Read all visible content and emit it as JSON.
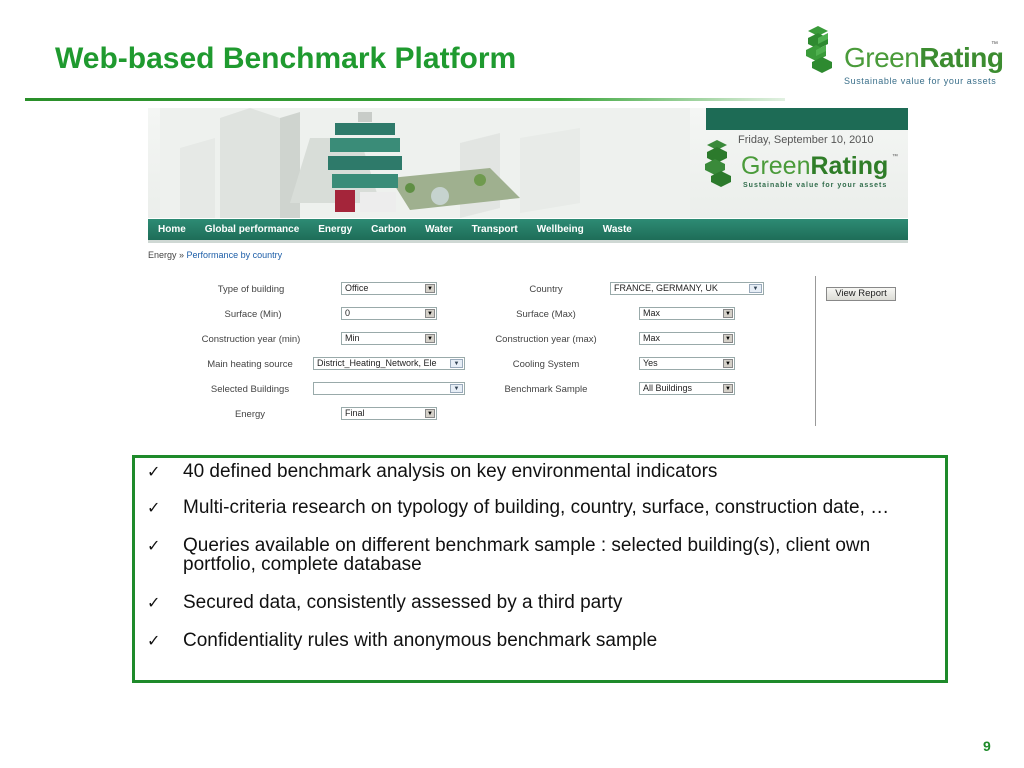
{
  "slide": {
    "title": "Web-based Benchmark Platform",
    "page_number": "9",
    "brand": {
      "name_light": "Green",
      "name_bold": "Rating",
      "tm": "™",
      "tagline": "Sustainable value for your assets"
    }
  },
  "web": {
    "date": "Friday, September 10, 2010",
    "brand": {
      "name_light": "Green",
      "name_bold": "Rating",
      "tm": "™",
      "tagline": "Sustainable value for your assets"
    },
    "nav": [
      "Home",
      "Global performance",
      "Energy",
      "Carbon",
      "Water",
      "Transport",
      "Wellbeing",
      "Waste"
    ],
    "breadcrumb": {
      "root": "Energy",
      "sep": " » ",
      "current": "Performance by country"
    },
    "form": {
      "type_of_building": {
        "label": "Type of building",
        "value": "Office"
      },
      "surface_min": {
        "label": "Surface (Min)",
        "value": "0"
      },
      "construction_year_min": {
        "label": "Construction year (min)",
        "value": "Min"
      },
      "main_heating_source": {
        "label": "Main heating source",
        "value": "District_Heating_Network, Ele"
      },
      "selected_buildings": {
        "label": "Selected Buildings",
        "value": ""
      },
      "energy": {
        "label": "Energy",
        "value": "Final"
      },
      "country": {
        "label": "Country",
        "value": "FRANCE, GERMANY, UK"
      },
      "surface_max": {
        "label": "Surface (Max)",
        "value": "Max"
      },
      "construction_year_max": {
        "label": "Construction year (max)",
        "value": "Max"
      },
      "cooling_system": {
        "label": "Cooling System",
        "value": "Yes"
      },
      "benchmark_sample": {
        "label": "Benchmark Sample",
        "value": "All Buildings"
      }
    },
    "view_report_label": "View Report"
  },
  "bullets": [
    " 40 defined benchmark analysis on key environmental indicators",
    "Multi-criteria research on typology of building, country, surface, construction date, …",
    "Queries available on different benchmark sample : selected building(s), client own portfolio, complete database",
    "Secured data, consistently assessed by a third party",
    "Confidentiality rules with anonymous benchmark sample"
  ],
  "colors": {
    "accent_green": "#1f9a2f",
    "nav_teal": "#1e6d58",
    "link_blue": "#1d5ea8"
  },
  "icons": {
    "check": "check-icon",
    "logo": "greenrating-logo-icon",
    "dropdown": "chevron-down-icon"
  }
}
